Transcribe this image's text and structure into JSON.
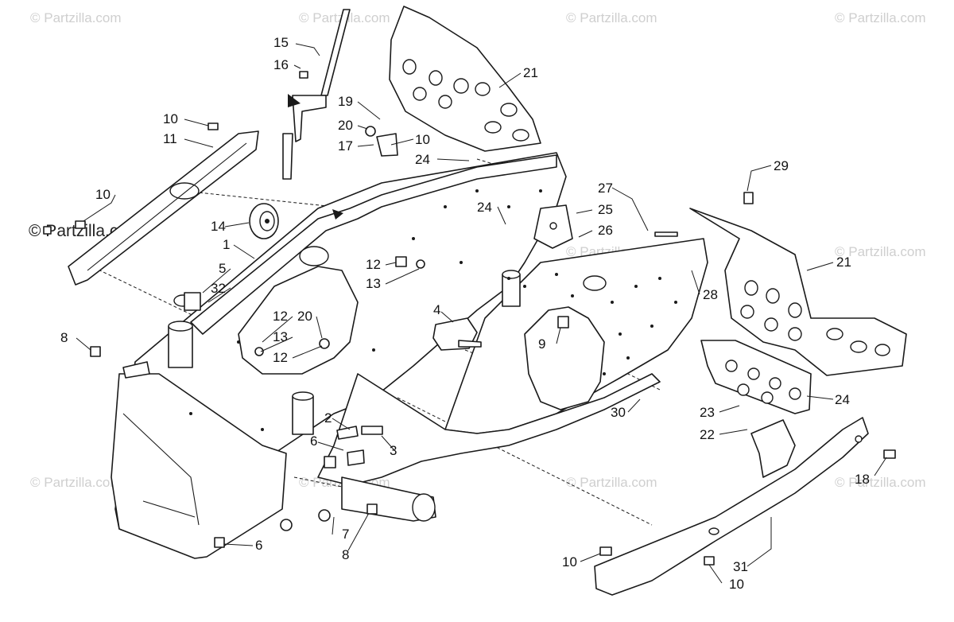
{
  "watermark": {
    "faint_text": "© Partzilla.com",
    "prominent_text": "© Partzilla.com"
  },
  "callouts": [
    {
      "id": "15",
      "text": "15"
    },
    {
      "id": "16",
      "text": "16"
    },
    {
      "id": "10a",
      "text": "10"
    },
    {
      "id": "11",
      "text": "11"
    },
    {
      "id": "10b",
      "text": "10"
    },
    {
      "id": "14",
      "text": "14"
    },
    {
      "id": "1",
      "text": "1"
    },
    {
      "id": "5",
      "text": "5"
    },
    {
      "id": "32",
      "text": "32"
    },
    {
      "id": "8a",
      "text": "8"
    },
    {
      "id": "19",
      "text": "19"
    },
    {
      "id": "20a",
      "text": "20"
    },
    {
      "id": "17",
      "text": "17"
    },
    {
      "id": "10c",
      "text": "10"
    },
    {
      "id": "24a",
      "text": "24"
    },
    {
      "id": "21a",
      "text": "21"
    },
    {
      "id": "24b",
      "text": "24"
    },
    {
      "id": "12a",
      "text": "12"
    },
    {
      "id": "13a",
      "text": "13"
    },
    {
      "id": "12b",
      "text": "12"
    },
    {
      "id": "20b",
      "text": "20"
    },
    {
      "id": "13b",
      "text": "13"
    },
    {
      "id": "12c",
      "text": "12"
    },
    {
      "id": "4",
      "text": "4"
    },
    {
      "id": "9",
      "text": "9"
    },
    {
      "id": "27",
      "text": "27"
    },
    {
      "id": "25",
      "text": "25"
    },
    {
      "id": "26",
      "text": "26"
    },
    {
      "id": "29",
      "text": "29"
    },
    {
      "id": "21b",
      "text": "21"
    },
    {
      "id": "28",
      "text": "28"
    },
    {
      "id": "24c",
      "text": "24"
    },
    {
      "id": "30",
      "text": "30"
    },
    {
      "id": "23",
      "text": "23"
    },
    {
      "id": "22",
      "text": "22"
    },
    {
      "id": "2",
      "text": "2"
    },
    {
      "id": "6a",
      "text": "6"
    },
    {
      "id": "3",
      "text": "3"
    },
    {
      "id": "7",
      "text": "7"
    },
    {
      "id": "8b",
      "text": "8"
    },
    {
      "id": "6b",
      "text": "6"
    },
    {
      "id": "18",
      "text": "18"
    },
    {
      "id": "10d",
      "text": "10"
    },
    {
      "id": "31",
      "text": "31"
    },
    {
      "id": "10e",
      "text": "10"
    }
  ]
}
